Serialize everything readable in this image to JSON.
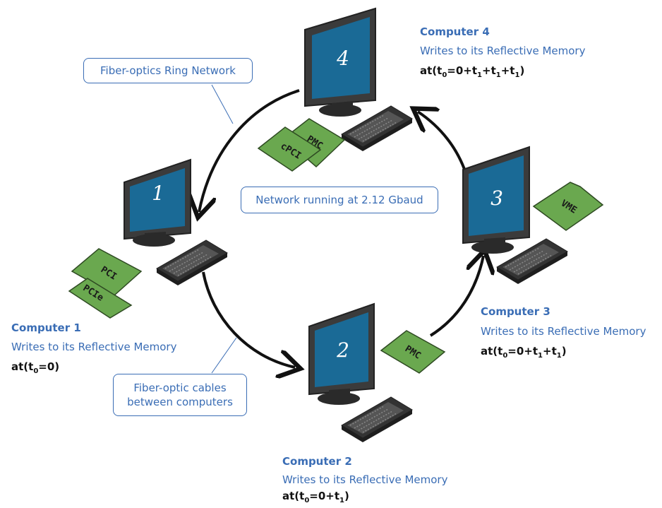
{
  "computers": [
    {
      "id": "1",
      "title": "Computer 1",
      "desc": "Writes to its Reflective Memory",
      "time_pre": "at(t",
      "time_sub": "0",
      "time_post": "=0)",
      "cards": [
        "PCI",
        "PCIe"
      ]
    },
    {
      "id": "2",
      "title": "Computer 2",
      "desc": "Writes to its Reflective Memory",
      "time_pre": "at(t",
      "time_sub": "0",
      "time_post": "=0+t",
      "time_sub2": "1",
      "time_end": ")",
      "cards": [
        "PMC"
      ]
    },
    {
      "id": "3",
      "title": "Computer 3",
      "desc": "Writes to its Reflective Memory",
      "time_pre": "at(t",
      "time_sub": "0",
      "time_post": "=0+t",
      "time_sub2": "1",
      "time_mid": "+t",
      "time_sub3": "1",
      "time_end": ")",
      "cards": [
        "VME"
      ]
    },
    {
      "id": "4",
      "title": "Computer 4",
      "desc": "Writes to its Reflective Memory",
      "time_pre": "at(t",
      "time_sub": "0",
      "time_post": "=0+t",
      "time_sub2": "1",
      "time_mid": "+t",
      "time_sub3": "1",
      "time_mid2": "+t",
      "time_sub4": "1",
      "time_end": ")",
      "cards": [
        "PMC",
        "cPCI"
      ]
    }
  ],
  "callouts": {
    "ring": "Fiber-optics Ring Network",
    "speed": "Network running at 2.12 Gbaud",
    "cables_line1": "Fiber-optic cables",
    "cables_line2": "between computers"
  },
  "colors": {
    "accent": "#3a6db5",
    "screen": "#1a6a96",
    "monitor": "#3b3b3b",
    "card": "#6aa84f",
    "arrow": "#111111"
  }
}
